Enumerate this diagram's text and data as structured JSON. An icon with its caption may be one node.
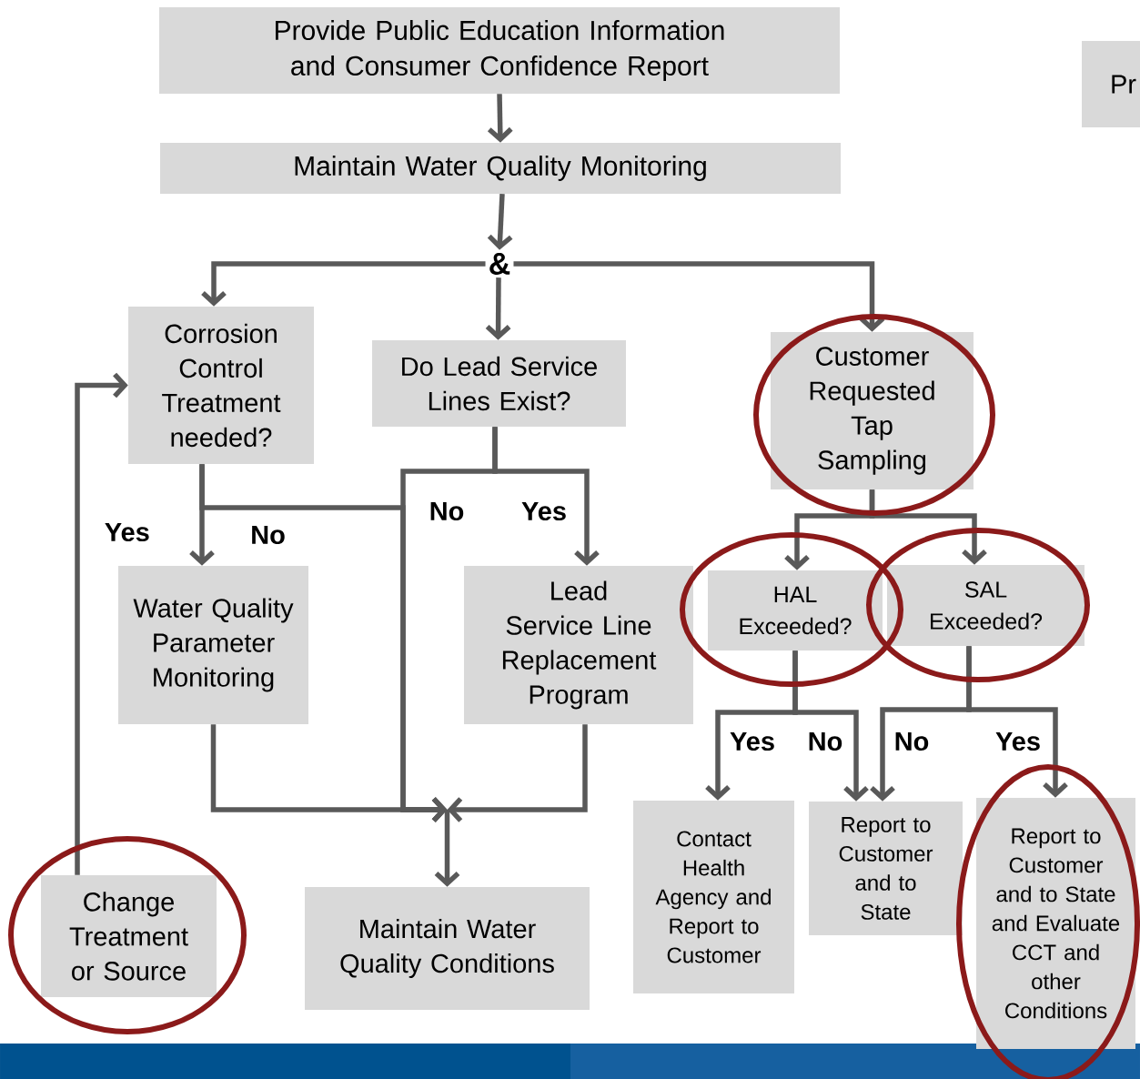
{
  "diagram": {
    "nodes": [
      {
        "text": [
          "Provide Public Education Information and Consumer Confidence Report"
        ]
      },
      {
        "text": [
          "Pr"
        ]
      },
      {
        "text": [
          "Maintain Water Quality Monitoring"
        ]
      },
      {
        "text": [
          "&"
        ]
      },
      {
        "text": [
          "Corrosion Control Treatment needed?"
        ]
      },
      {
        "text": [
          "Do Lead Service Lines Exist?"
        ]
      },
      {
        "text": [
          "Customer Requested Tap Sampling"
        ]
      },
      {
        "text": [
          "HAL Exceeded?"
        ]
      },
      {
        "text": [
          "SAL Exceeded?"
        ]
      },
      {
        "text": [
          "Water Quality Parameter Monitoring"
        ]
      },
      {
        "text": [
          "Lead Service Line Replacement Program"
        ]
      },
      {
        "text": [
          "Contact Health Agency and Report to Customer"
        ]
      },
      {
        "text": [
          "Report to Customer and to State"
        ]
      },
      {
        "text": [
          "Report to Customer and to State and Evaluate CCT and other Conditions"
        ]
      },
      {
        "text": [
          "Change Treatment or Source"
        ]
      },
      {
        "text": [
          "Maintain Water Quality Conditions"
        ]
      }
    ],
    "edges": [
      {
        "from": 0,
        "to": 2,
        "arrow": "to"
      },
      {
        "from": 2,
        "to": 3,
        "arrow": "to"
      },
      {
        "from": 3,
        "to": 4,
        "arrow": "to"
      },
      {
        "from": 3,
        "to": 5,
        "arrow": "to"
      },
      {
        "from": 3,
        "to": 6,
        "arrow": "to"
      },
      {
        "from": 4,
        "to": 9,
        "arrow": "to",
        "label": "Yes"
      },
      {
        "from": 4,
        "to": 15,
        "arrow": "to",
        "label": "No"
      },
      {
        "from": 5,
        "to": 15,
        "arrow": "to",
        "label": "No"
      },
      {
        "from": 5,
        "to": 10,
        "arrow": "to",
        "label": "Yes"
      },
      {
        "from": 9,
        "to": 15,
        "arrow": "to"
      },
      {
        "from": 10,
        "to": 15,
        "arrow": "to"
      },
      {
        "from": 6,
        "to": 7,
        "arrow": "to"
      },
      {
        "from": 6,
        "to": 8,
        "arrow": "to"
      },
      {
        "from": 7,
        "to": 11,
        "arrow": "to",
        "label": "Yes"
      },
      {
        "from": 7,
        "to": 12,
        "arrow": "to",
        "label": "No"
      },
      {
        "from": 8,
        "to": 12,
        "arrow": "to",
        "label": "No"
      },
      {
        "from": 8,
        "to": 13,
        "arrow": "to",
        "label": "Yes"
      },
      {
        "from": 14,
        "to": 4,
        "arrow": "to"
      }
    ]
  }
}
